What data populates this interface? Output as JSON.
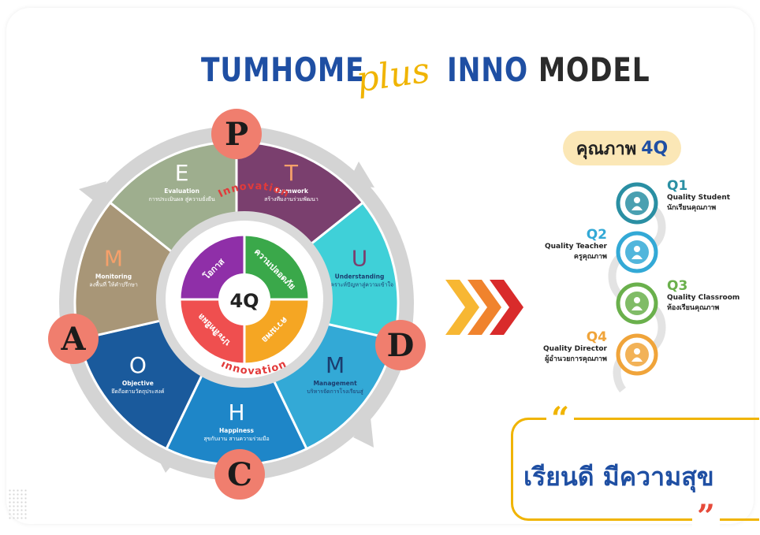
{
  "title": {
    "left": "TUMHOME",
    "plus": "plus",
    "inno": "INNO",
    "model": "MODEL"
  },
  "corner_letters": {
    "top": "P",
    "left": "A",
    "bottom": "C",
    "right": "D"
  },
  "segments": [
    {
      "letter": "T",
      "line1": "Teamwork",
      "line2": "สร้างทีมงานร่วมพัฒนา",
      "color": "#7a3f6e"
    },
    {
      "letter": "U",
      "line1": "Understanding",
      "line2": "วิเคราะห์ปัญหาสู่ความเข้าใจ",
      "color": "#3fd0d8"
    },
    {
      "letter": "M",
      "line1": "Management",
      "line2": "บริหารจัดการโรงเรียนสู่",
      "color": "#33a9d6"
    },
    {
      "letter": "H",
      "line1": "Happiness",
      "line2": "สุขกับงาน สานความร่วมมือ",
      "color": "#1e86c8"
    },
    {
      "letter": "O",
      "line1": "Objective",
      "line2": "ยึดถือตามวัตถุประสงค์",
      "color": "#1a5a9c"
    },
    {
      "letter": "M",
      "line1": "Monitoring",
      "line2": "ลงพื้นที่ ให้คำปรึกษา",
      "color": "#a89677"
    },
    {
      "letter": "E",
      "line1": "Evaluation",
      "line2": "การประเมินผล สู่ความยั่งยืน",
      "color": "#9eae8e"
    }
  ],
  "ring_text": {
    "top": "Innovation",
    "bottom": "Innovation"
  },
  "inner_quadrants": [
    {
      "label": "โอกาส",
      "color": "#8f2fa8"
    },
    {
      "label": "ความปลอดภัย",
      "color": "#3aa84a"
    },
    {
      "label": "ความพอ",
      "color": "#f5a623"
    },
    {
      "label": "ประสิทธิผล",
      "color": "#ef4f4f"
    }
  ],
  "center": "4Q",
  "quality_header": {
    "th": "คุณภาพ",
    "q": "4Q"
  },
  "qualities": [
    {
      "num": "Q1",
      "name": "Quality Student",
      "th": "นักเรียนคุณภาพ",
      "color": "#2a8fa3",
      "icon": "student-icon"
    },
    {
      "num": "Q2",
      "name": "Quality Teacher",
      "th": "ครูคุณภาพ",
      "color": "#33a9d6",
      "icon": "teacher-icon"
    },
    {
      "num": "Q3",
      "name": "Quality Classroom",
      "th": "ห้องเรียนคุณภาพ",
      "color": "#6ab04c",
      "icon": "classroom-icon"
    },
    {
      "num": "Q4",
      "name": "Quality Director",
      "th": "ผู้อำนวยการคุณภาพ",
      "color": "#f0a43a",
      "icon": "director-icon"
    }
  ],
  "slogan": "เรียนดี มีความสุข",
  "quote_open": "“",
  "quote_close": "”",
  "arrow_colors": [
    "#f7b733",
    "#f0832d",
    "#d92b2b"
  ]
}
